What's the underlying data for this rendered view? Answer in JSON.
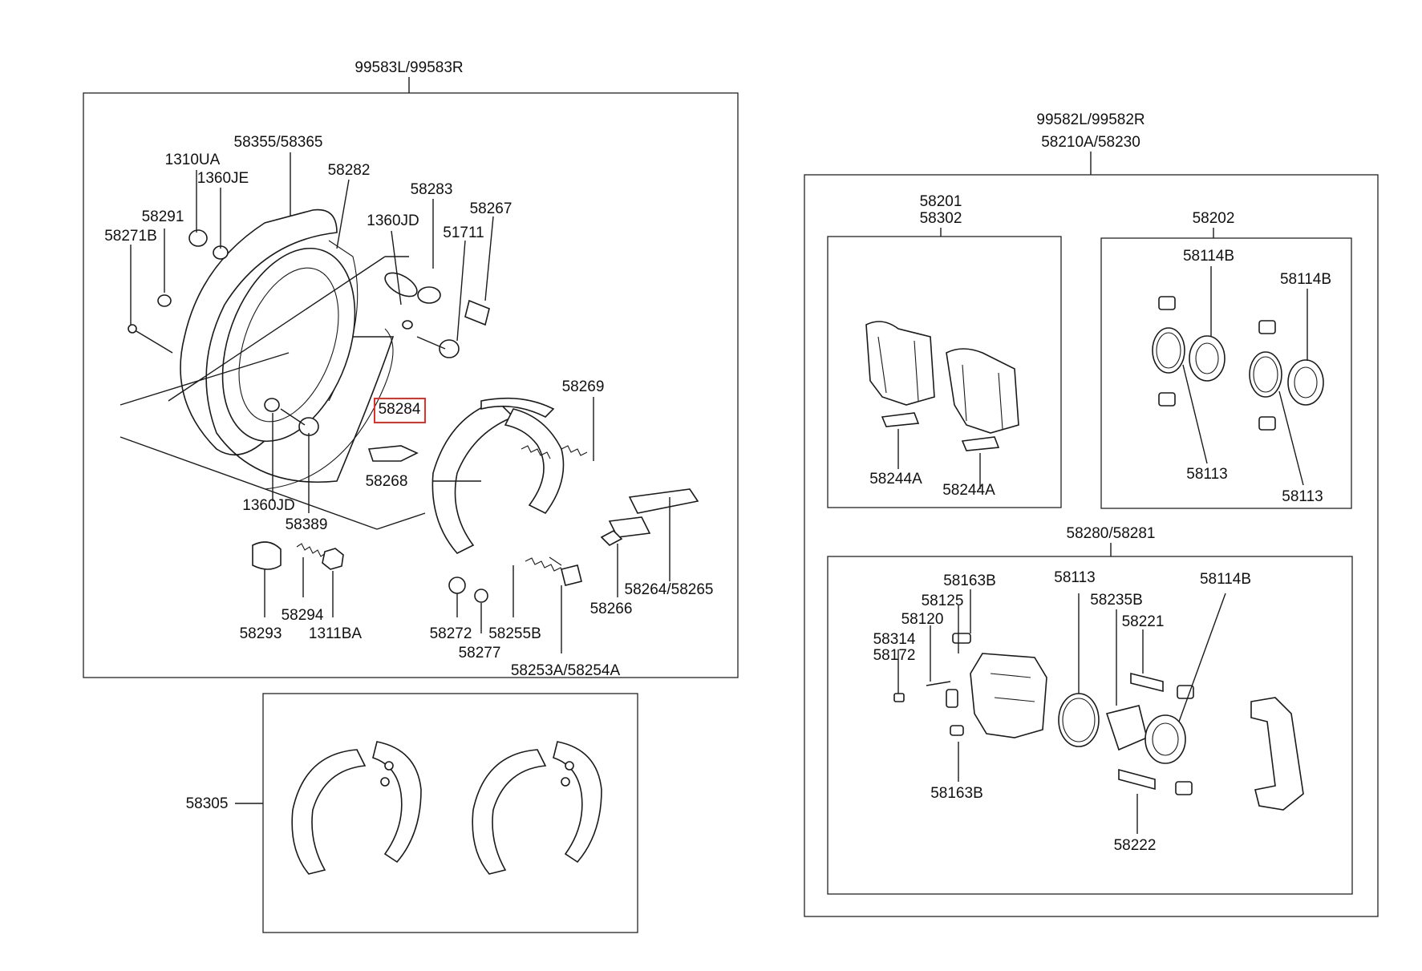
{
  "accent_color": "#e0312a",
  "highlighted_part": "58284",
  "groups": {
    "rear_drum_assembly": "99583L/99583R",
    "front_caliper_assembly": "99582L/99582R",
    "caliper_kit": "58210A/58230",
    "pad_set": "58201",
    "pad_set_alt": "58302",
    "seal_kit": "58202",
    "caliper_body": "58280/58281",
    "shoe_kit": "58305"
  },
  "labels": {
    "l58355": "58355/58365",
    "l1310ua": "1310UA",
    "l1360je": "1360JE",
    "l58282": "58282",
    "l58283": "58283",
    "l58291": "58291",
    "l1360jd_top": "1360JD",
    "l58267": "58267",
    "l58271b": "58271B",
    "l51711": "51711",
    "l58284": "58284",
    "l58269": "58269",
    "l58268": "58268",
    "l1360jd_bot": "1360JD",
    "l58389": "58389",
    "l58264": "58264/58265",
    "l58266": "58266",
    "l58294": "58294",
    "l58293": "58293",
    "l1311ba": "1311BA",
    "l58272": "58272",
    "l58255b": "58255B",
    "l58277": "58277",
    "l58253a": "58253A/58254A",
    "l58114b_a": "58114B",
    "l58114b_b": "58114B",
    "l58113_a": "58113",
    "l58113_b": "58113",
    "l58244a_a": "58244A",
    "l58244a_b": "58244A",
    "l58163b_top": "58163B",
    "l58125": "58125",
    "l58120": "58120",
    "l58314": "58314",
    "l58172": "58172",
    "l58113_c": "58113",
    "l58235b": "58235B",
    "l58221": "58221",
    "l58114b_c": "58114B",
    "l58163b_bot": "58163B",
    "l58222": "58222"
  }
}
